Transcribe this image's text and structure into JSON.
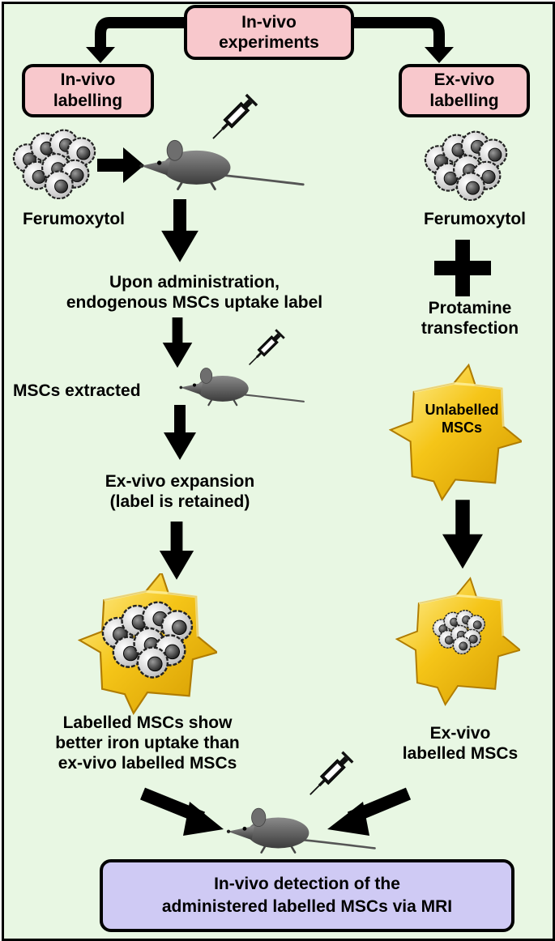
{
  "top": {
    "line1": "In-vivo",
    "line2": "experiments"
  },
  "left_header": {
    "line1": "In-vivo",
    "line2": "labelling"
  },
  "right_header": {
    "line1": "Ex-vivo",
    "line2": "labelling"
  },
  "left": {
    "ferumoxytol": "Ferumoxytol",
    "administration": {
      "line1": "Upon administration,",
      "line2": "endogenous MSCs uptake label"
    },
    "extracted": "MSCs extracted",
    "expansion": {
      "line1": "Ex-vivo expansion",
      "line2": "(label is retained)"
    },
    "result": {
      "line1": "Labelled MSCs show",
      "line2": "better iron uptake than",
      "line3": "ex-vivo labelled MSCs"
    }
  },
  "right": {
    "ferumoxytol": "Ferumoxytol",
    "protamine": {
      "line1": "Protamine",
      "line2": "transfection"
    },
    "unlabelled": {
      "line1": "Unlabelled",
      "line2": "MSCs"
    },
    "labelled": {
      "line1": "Ex-vivo",
      "line2": "labelled MSCs"
    }
  },
  "bottom": {
    "line1": "In-vivo detection of the",
    "line2": "administered labelled MSCs via MRI"
  },
  "colors": {
    "background": "#e8f7e3",
    "header_box": "#f8c8cc",
    "result_box": "#cfcaf4",
    "cell": "#f5c518",
    "mouse": "#5a5a5a"
  }
}
